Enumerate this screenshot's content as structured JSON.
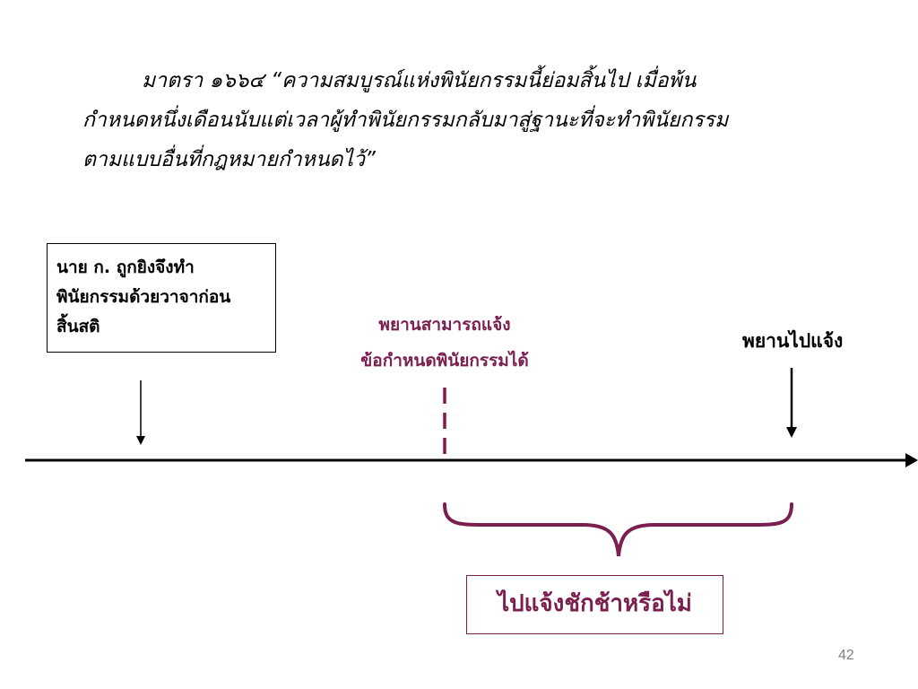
{
  "quote": {
    "lines": [
      "มาตรา ๑๖๖๔ “ความสมบูรณ์แห่งพินัยกรรมนี้ย่อมสิ้นไป เมื่อพ้น",
      "กำหนดหนึ่งเดือนนับแต่เวลาผู้ทำพินัยกรรมกลับมาสู่ฐานะที่จะทำพินัยกรรม",
      "ตามแบบอื่นที่กฎหมายกำหนดไว้”"
    ]
  },
  "event_box": {
    "lines": [
      "นาย ก. ถูกยิงจึงทำ",
      "พินัยกรรมด้วยวาจาก่อน",
      "สิ้นสติ"
    ]
  },
  "witness_can_notify": {
    "lines": [
      "พยานสามารถแจ้ง",
      "ข้อกำหนดพินัยกรรมได้"
    ]
  },
  "witness_goes": "พยานไปแจ้ง",
  "result_question": "ไปแจ้งชักช้าหรือไม่",
  "page_number": "42",
  "colors": {
    "accent": "#7a1f4f",
    "line": "#000000",
    "page_number": "#7f7f7f"
  }
}
